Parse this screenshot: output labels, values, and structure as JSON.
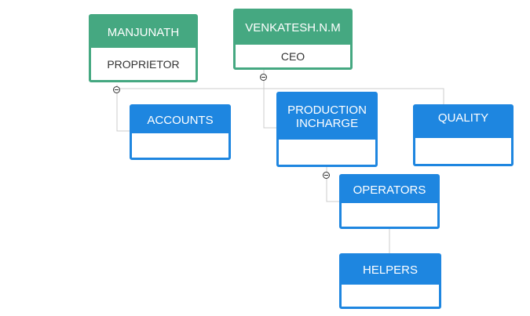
{
  "nodes": {
    "manjunath": {
      "name": "MANJUNATH",
      "title": "PROPRIETOR",
      "color": "#45a881"
    },
    "venkatesh": {
      "name": "VENKATESH.N.M",
      "title": "CEO",
      "color": "#45a881"
    },
    "accounts": {
      "name": "ACCOUNTS",
      "title": "",
      "color": "#1e86e0"
    },
    "production": {
      "name": "PRODUCTION INCHARGE",
      "title": "",
      "color": "#1e86e0"
    },
    "quality": {
      "name": "QUALITY",
      "title": "",
      "color": "#1e86e0"
    },
    "operators": {
      "name": "OPERATORS",
      "title": "",
      "color": "#1e86e0"
    },
    "helpers": {
      "name": "HELPERS",
      "title": "",
      "color": "#1e86e0"
    }
  },
  "connector_color": "#cccccc",
  "collapse_icon": "minus-circle-icon"
}
